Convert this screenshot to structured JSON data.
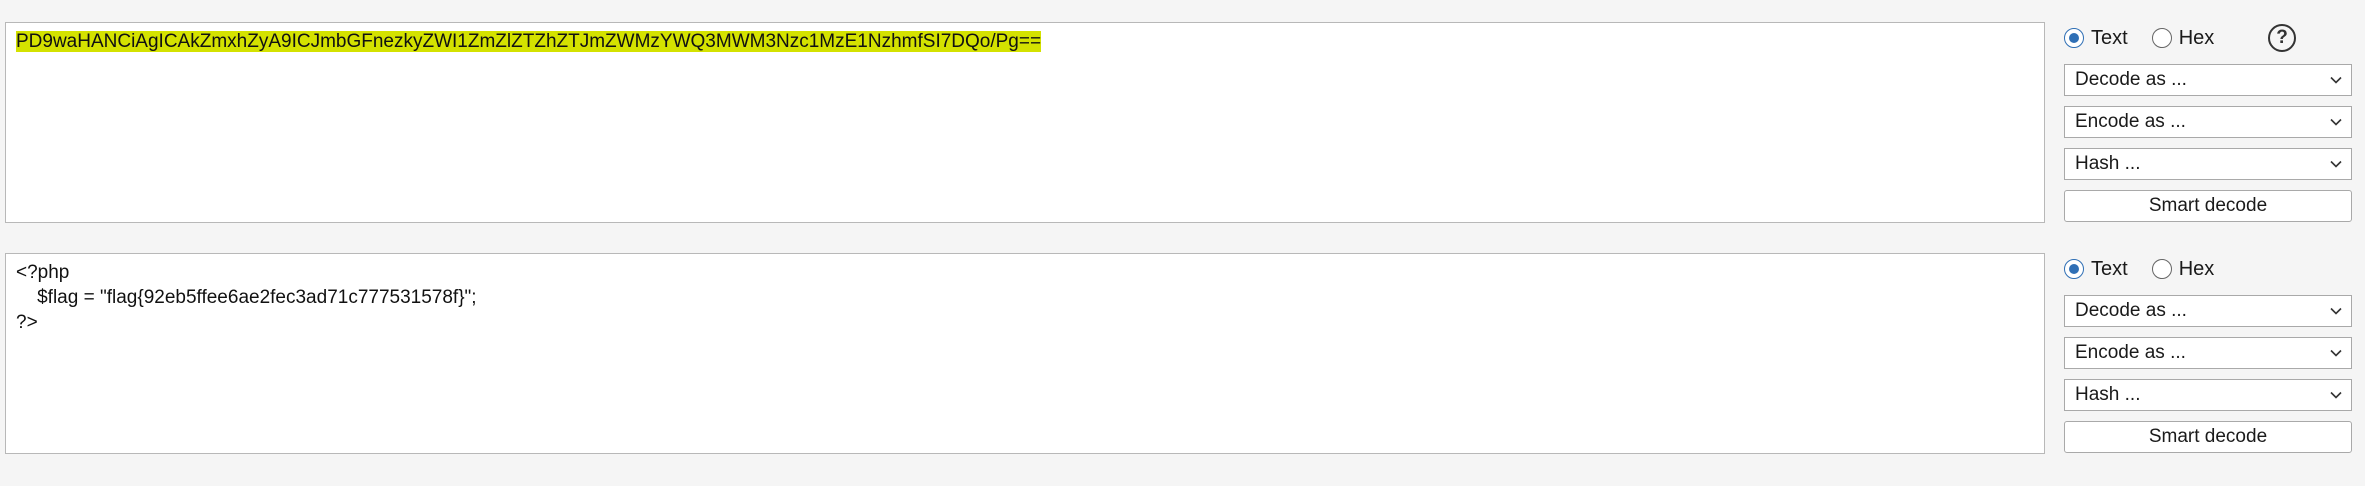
{
  "input_panel": {
    "text": "PD9waHANCiAgICAkZmxhZyA9ICJmbGFnezkyZWI1ZmZlZTZhZTJmZWMzYWQ3MWM3Nzc1MzE1NzhmfSI7DQo/Pg==",
    "radio_text_label": "Text",
    "radio_hex_label": "Hex",
    "selected_mode": "Text",
    "help_label": "?",
    "decode_label": "Decode as ...",
    "encode_label": "Encode as ...",
    "hash_label": "Hash ...",
    "smart_decode_label": "Smart decode"
  },
  "output_panel": {
    "lines": [
      "<?php",
      "    $flag = \"flag{92eb5ffee6ae2fec3ad71c777531578f}\";",
      "?>"
    ],
    "radio_text_label": "Text",
    "radio_hex_label": "Hex",
    "selected_mode": "Text",
    "decode_label": "Decode as ...",
    "encode_label": "Encode as ...",
    "hash_label": "Hash ...",
    "smart_decode_label": "Smart decode"
  },
  "colors": {
    "highlight": "#d4e200",
    "radio_accent": "#2f6fb5"
  }
}
